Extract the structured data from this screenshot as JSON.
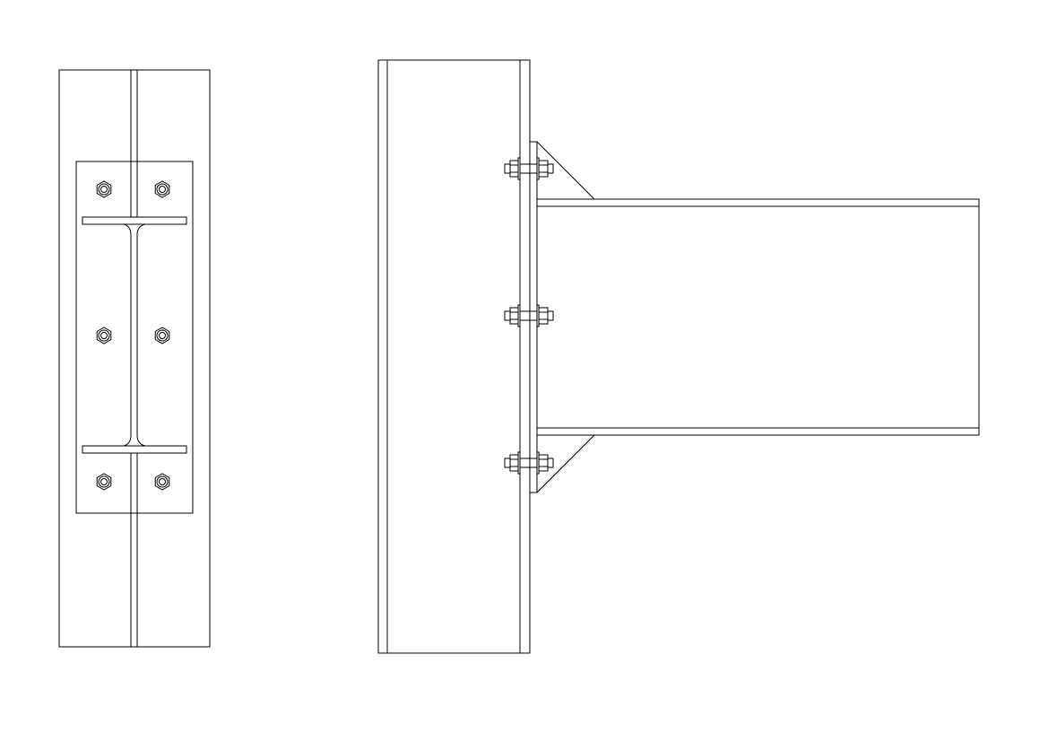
{
  "drawing": {
    "views": [
      "front-view-end-plate",
      "side-view-beam-column-connection"
    ],
    "bolt_rows": 3,
    "bolts_per_row": 2,
    "line_color": "#000000",
    "background_color": "#ffffff"
  }
}
